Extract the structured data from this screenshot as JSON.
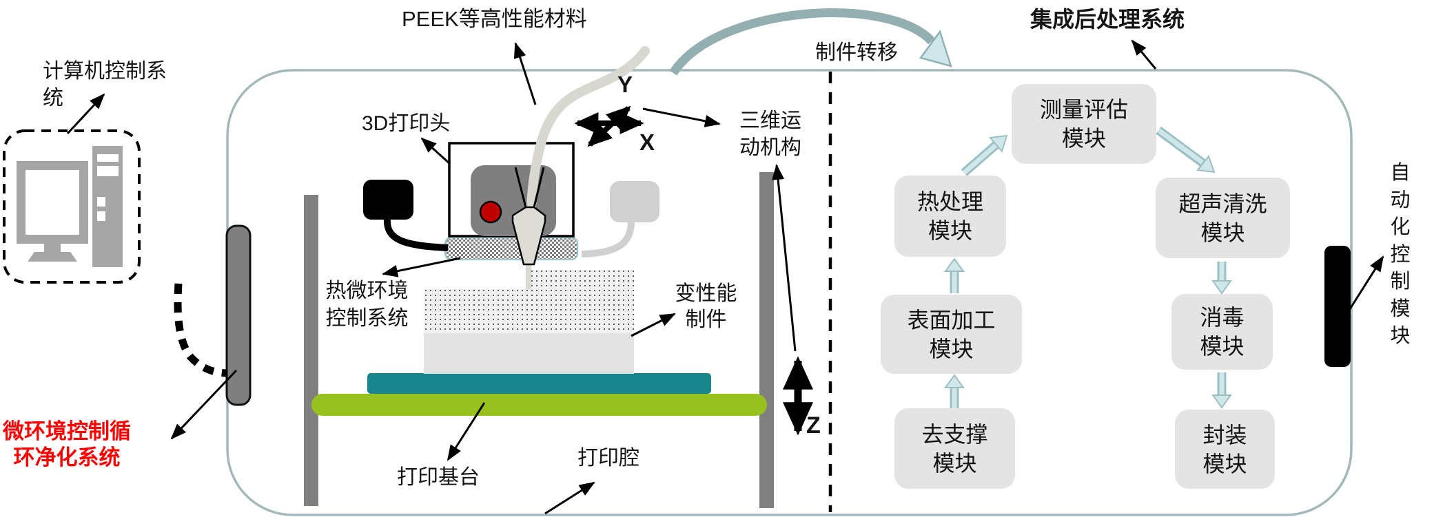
{
  "printer": {
    "computer_label": "计算机控制系统",
    "purifier_label": "微环境控制循\n环净化系统",
    "peek_label": "PEEK等高性能材料",
    "printhead_label": "3D打印头",
    "thermal_label": "热微环境\n控制系统",
    "part_label": "变性能\n制件",
    "motion_label": "三维运\n动机构",
    "platform_label": "打印基台",
    "chamber_label": "打印腔"
  },
  "axes": {
    "x": "X",
    "y": "Y",
    "z": "Z"
  },
  "transfer_label": "制件转移",
  "post": {
    "title": "集成后处理系统",
    "auto_label": "自\n动\n化\n控\n制\n模\n块",
    "modules": [
      {
        "id": "measure",
        "label": "测量评估\n模块"
      },
      {
        "id": "heat",
        "label": "热处理\n模块"
      },
      {
        "id": "ultrasonic",
        "label": "超声清洗\n模块"
      },
      {
        "id": "surface",
        "label": "表面加工\n模块"
      },
      {
        "id": "disinfect",
        "label": "消毒\n模块"
      },
      {
        "id": "support",
        "label": "去支撑\n模块"
      },
      {
        "id": "package",
        "label": "封装\n模块"
      }
    ]
  },
  "colors": {
    "chamber_border": "#A3B8B8",
    "separator": "#000000",
    "platform_teal": "#17878C",
    "base_green": "#97C11F",
    "metal_gray": "#808080",
    "head_gray": "#7F7F7F",
    "module_box": "#E4E4E4",
    "flow_arrow_fill": "#CFE7E9",
    "flow_arrow_border": "#9BBFC2",
    "transfer_arc": "#93AFB1",
    "alert_red": "#FF0000",
    "nozzle_dot_red": "#C00000"
  }
}
